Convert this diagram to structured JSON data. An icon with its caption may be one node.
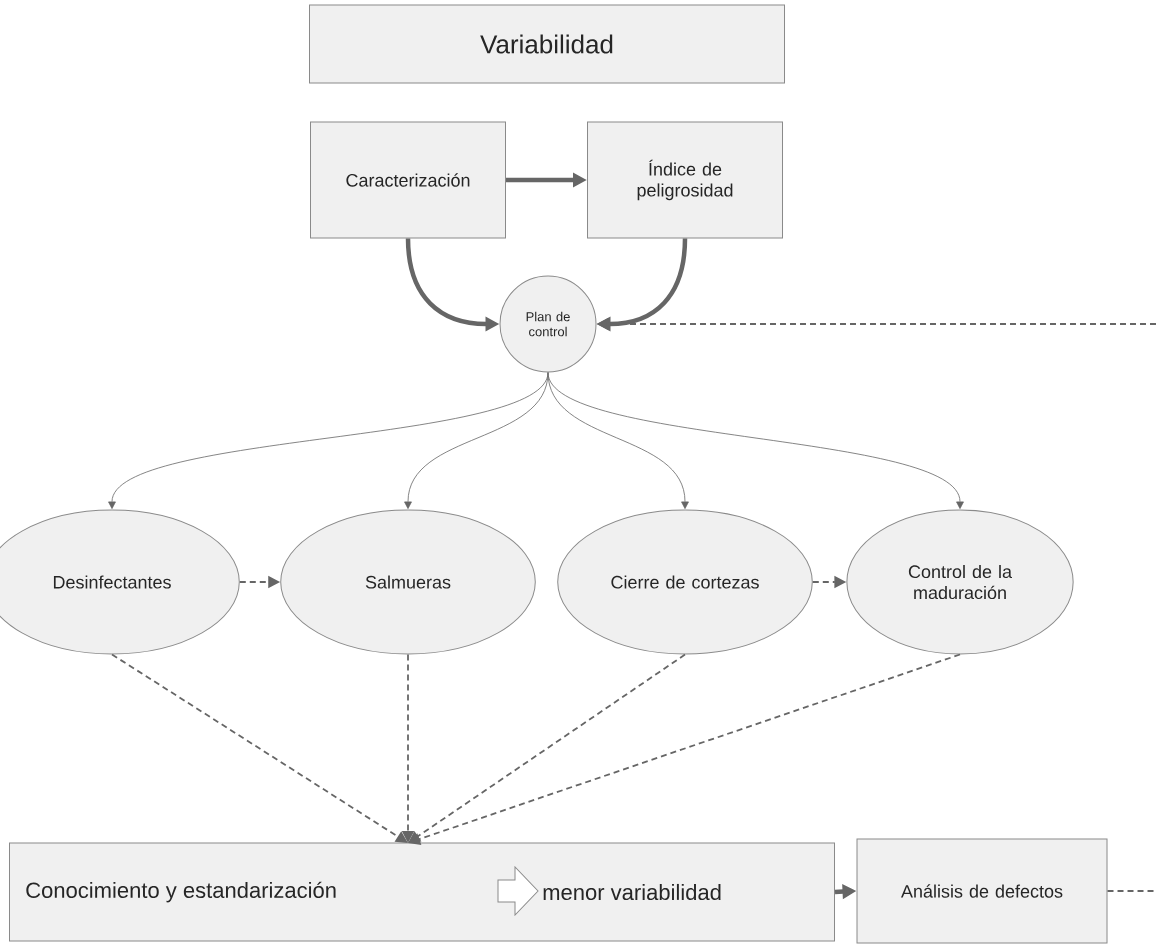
{
  "diagram": {
    "nodes": [
      {
        "text": [
          "Variabilidad"
        ]
      },
      {
        "text": [
          "Caracterización"
        ]
      },
      {
        "text": [
          "Índice de peligrosidad"
        ]
      },
      {
        "text": [
          "Plan de control"
        ]
      },
      {
        "text": [
          "Desinfectantes"
        ]
      },
      {
        "text": [
          "Salmueras"
        ]
      },
      {
        "text": [
          "Cierre de cortezas"
        ]
      },
      {
        "text": [
          "Control de la maduración"
        ]
      },
      {
        "text": [
          "Conocimiento y estandarización",
          "menor variabilidad"
        ]
      },
      {
        "text": [
          "Análisis de defectos"
        ]
      }
    ],
    "edges": [
      {
        "from": 1,
        "to": 2,
        "arrow": "to",
        "style": "thick"
      },
      {
        "from": 1,
        "to": 3,
        "arrow": "to",
        "style": "thick"
      },
      {
        "from": 2,
        "to": 3,
        "arrow": "to",
        "style": "thick"
      },
      {
        "from": null,
        "to": 3,
        "arrow": "to",
        "style": "dashed"
      },
      {
        "from": 3,
        "to": 4,
        "arrow": "to"
      },
      {
        "from": 3,
        "to": 5,
        "arrow": "to"
      },
      {
        "from": 3,
        "to": 6,
        "arrow": "to"
      },
      {
        "from": 3,
        "to": 7,
        "arrow": "to"
      },
      {
        "from": 4,
        "to": 5,
        "arrow": "to",
        "style": "dashed"
      },
      {
        "from": 6,
        "to": 7,
        "arrow": "to",
        "style": "dashed"
      },
      {
        "from": 4,
        "to": 8,
        "arrow": "to",
        "style": "dashed"
      },
      {
        "from": 5,
        "to": 8,
        "arrow": "to",
        "style": "dashed"
      },
      {
        "from": 6,
        "to": 8,
        "arrow": "to",
        "style": "dashed"
      },
      {
        "from": 7,
        "to": 8,
        "arrow": "to",
        "style": "dashed"
      },
      {
        "from": 8,
        "to": 9,
        "arrow": "to",
        "style": "thick"
      },
      {
        "from": 9,
        "to": null,
        "arrow": "none",
        "style": "dashed"
      }
    ]
  }
}
